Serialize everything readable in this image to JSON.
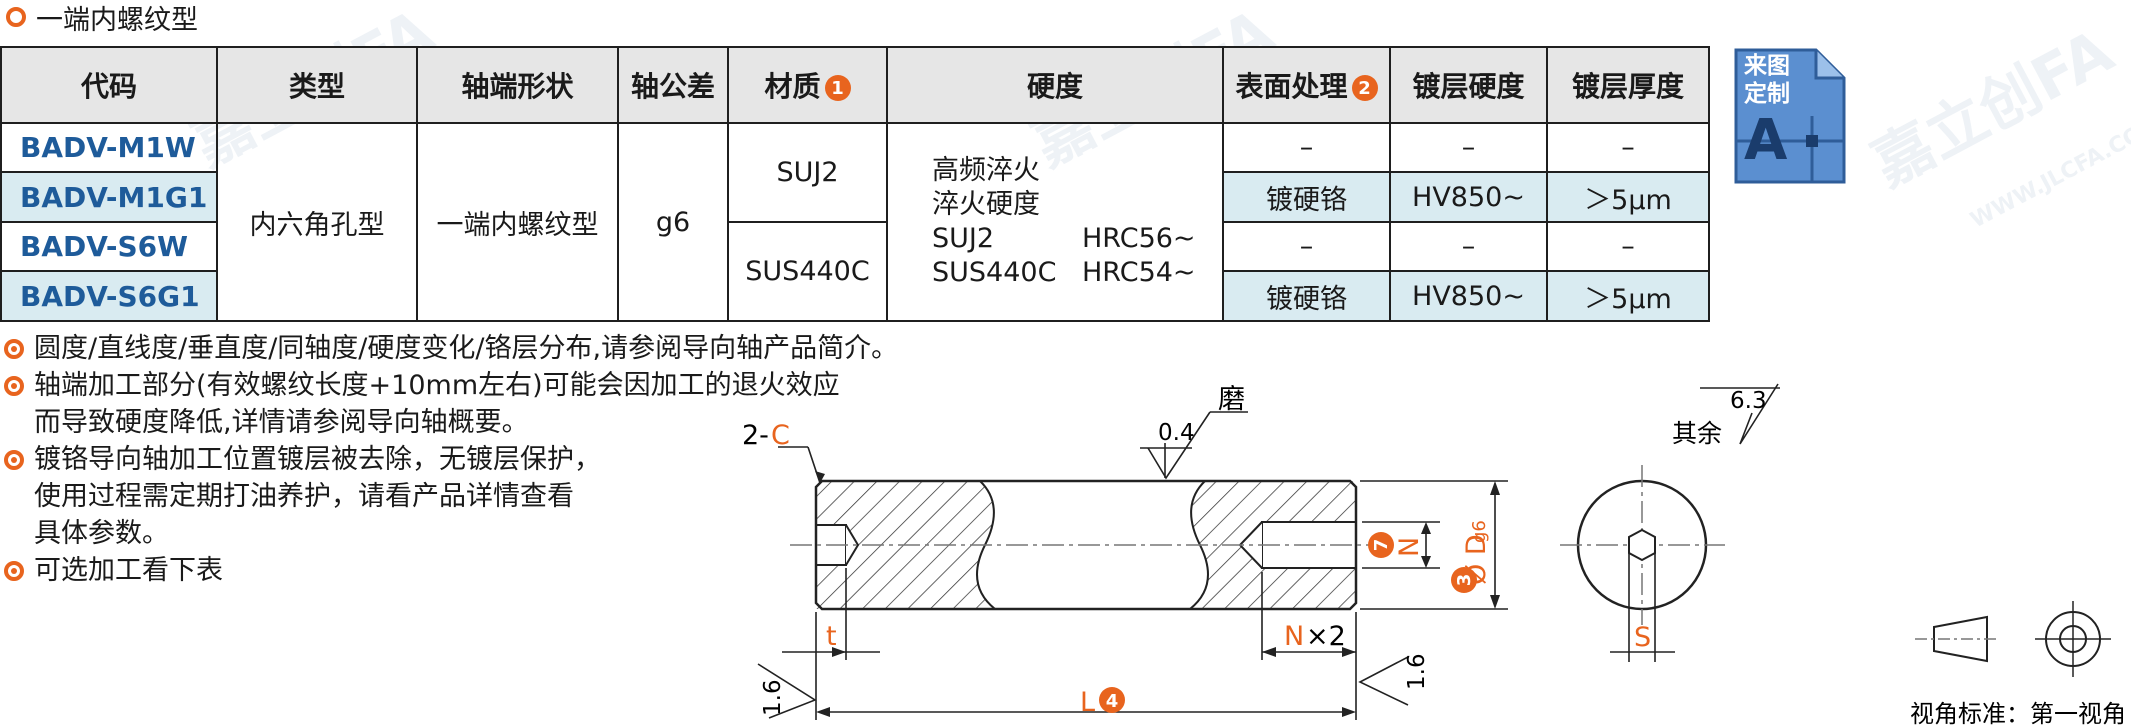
{
  "title": "一端内螺纹型",
  "table": {
    "headers": {
      "code": "代码",
      "type": "类型",
      "shaft_end": "轴端形状",
      "tolerance": "轴公差",
      "material": "材质",
      "material_num": "1",
      "hardness": "硬度",
      "surface": "表面处理",
      "surface_num": "2",
      "plating_hardness": "镀层硬度",
      "plating_thickness": "镀层厚度"
    },
    "codes": [
      "BADV-M1W",
      "BADV-M1G1",
      "BADV-S6W",
      "BADV-S6G1"
    ],
    "type_value": "内六角孔型",
    "shaft_end_value": "一端内螺纹型",
    "tolerance_value": "g6",
    "materials": [
      "SUJ2",
      "SUS440C"
    ],
    "hardness": {
      "line1": "高频淬火",
      "line2": "淬火硬度",
      "rows": [
        {
          "material": "SUJ2",
          "value": "HRC56~"
        },
        {
          "material": "SUS440C",
          "value": "HRC54~"
        }
      ]
    },
    "surface": [
      "–",
      "镀硬铬",
      "–",
      "镀硬铬"
    ],
    "plating_hardness": [
      "–",
      "HV850~",
      "–",
      "HV850~"
    ],
    "plating_thickness": [
      "–",
      "＞5μm",
      "–",
      "＞5μm"
    ]
  },
  "badge": {
    "line1": "来图",
    "line2": "定制",
    "letter": "A"
  },
  "notes": [
    "圆度/直线度/垂直度/同轴度/硬度变化/铬层分布,请参阅导向轴产品简介。",
    "轴端加工部分(有效螺纹长度+10mm左右)可能会因加工的退火效应",
    "而导致硬度降低,详情请参阅导向轴概要。",
    "镀铬导向轴加工位置镀层被去除，无镀层保护，",
    "使用过程需定期打油养护，请看产品详情查看",
    "具体参数。",
    "可选加工看下表"
  ],
  "drawing": {
    "chamfer_count": "2-",
    "chamfer_letter": "C",
    "roughness_grind": "0.4",
    "grind_label": "磨",
    "roughness_rest_label": "其余",
    "roughness_rest_value": "6.3",
    "roughness_end": "1.6",
    "t_label": "t",
    "n_label": "N",
    "n_times": "×2",
    "n_side": "N",
    "n_num": "7",
    "d_label": "Ø D",
    "d_sub": "g6",
    "d_num": "3",
    "l_label": "L",
    "l_num": "4",
    "s_label": "S",
    "projection_label": "视角标准：第一视角"
  },
  "watermark": "嘉立创FA",
  "watermark_url": "WWW.JLCFA.COM",
  "colors": {
    "accent": "#e8641e",
    "code_blue": "#1e5b9a",
    "row_tint": "#d9ebf1",
    "badge_blue": "#5b8fd0"
  }
}
